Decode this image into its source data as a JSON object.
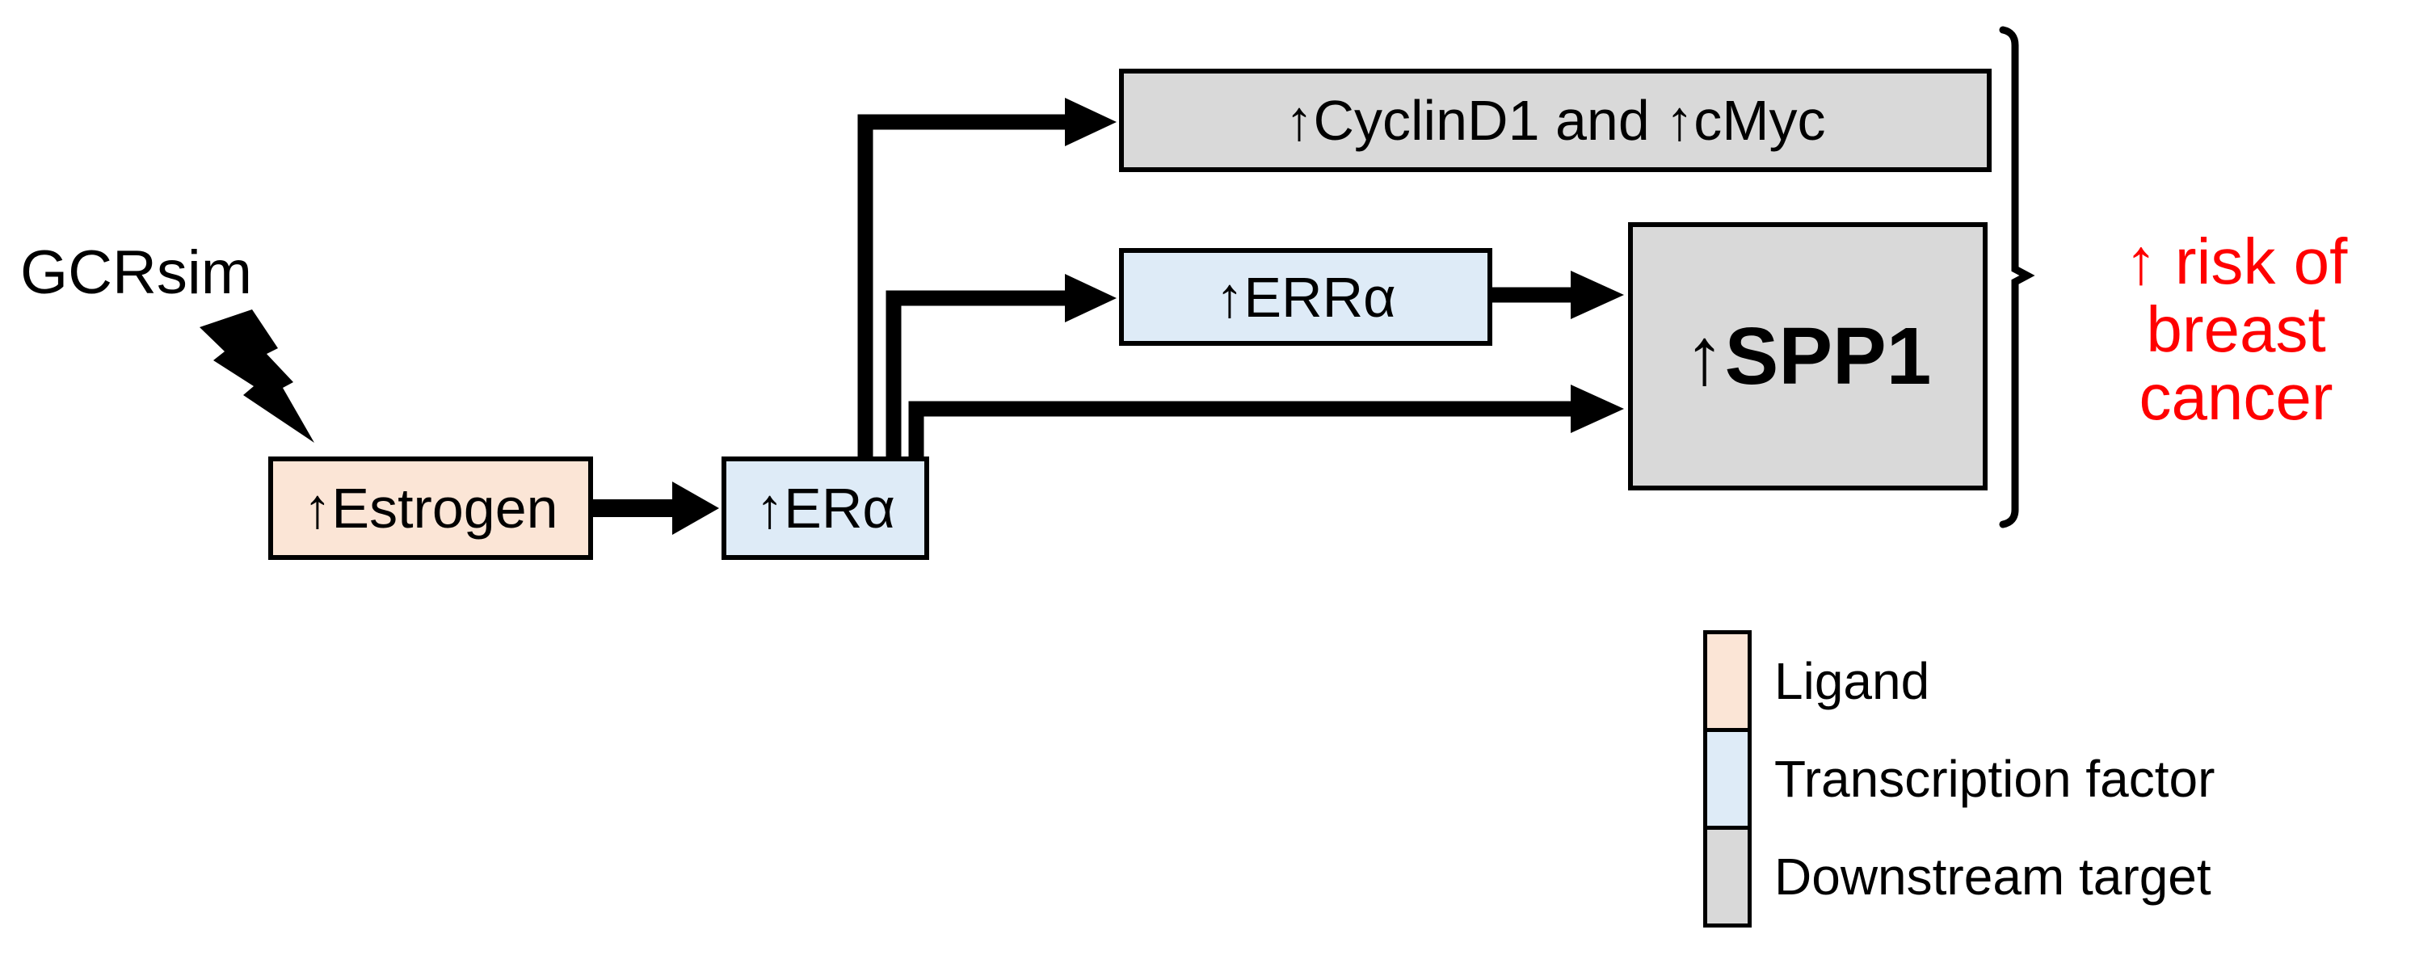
{
  "colors": {
    "ligand": "#FBE5D6",
    "transcription_factor": "#DEEBF7",
    "downstream_target": "#D9D9D9",
    "border": "#000000",
    "arrow": "#000000",
    "risk_text": "#FF0000",
    "background": "#FFFFFF"
  },
  "diagram": {
    "trigger_label": "GCRsim",
    "nodes": {
      "estrogen": {
        "label": "↑Estrogen",
        "type": "ligand"
      },
      "era": {
        "label": "↑ERα",
        "type": "transcription factor"
      },
      "cyclin_cmyc": {
        "label": "↑CyclinD1 and ↑cMyc",
        "type": "downstream target"
      },
      "erra": {
        "label": "↑ERRα",
        "type": "transcription factor"
      },
      "spp1": {
        "label": "↑SPP1",
        "type": "downstream target"
      }
    },
    "outcome": {
      "line1": "↑ risk of breast",
      "line2": "cancer"
    }
  },
  "legend": {
    "items": [
      {
        "label": "Ligand"
      },
      {
        "label": "Transcription factor"
      },
      {
        "label": "Downstream target"
      }
    ]
  }
}
